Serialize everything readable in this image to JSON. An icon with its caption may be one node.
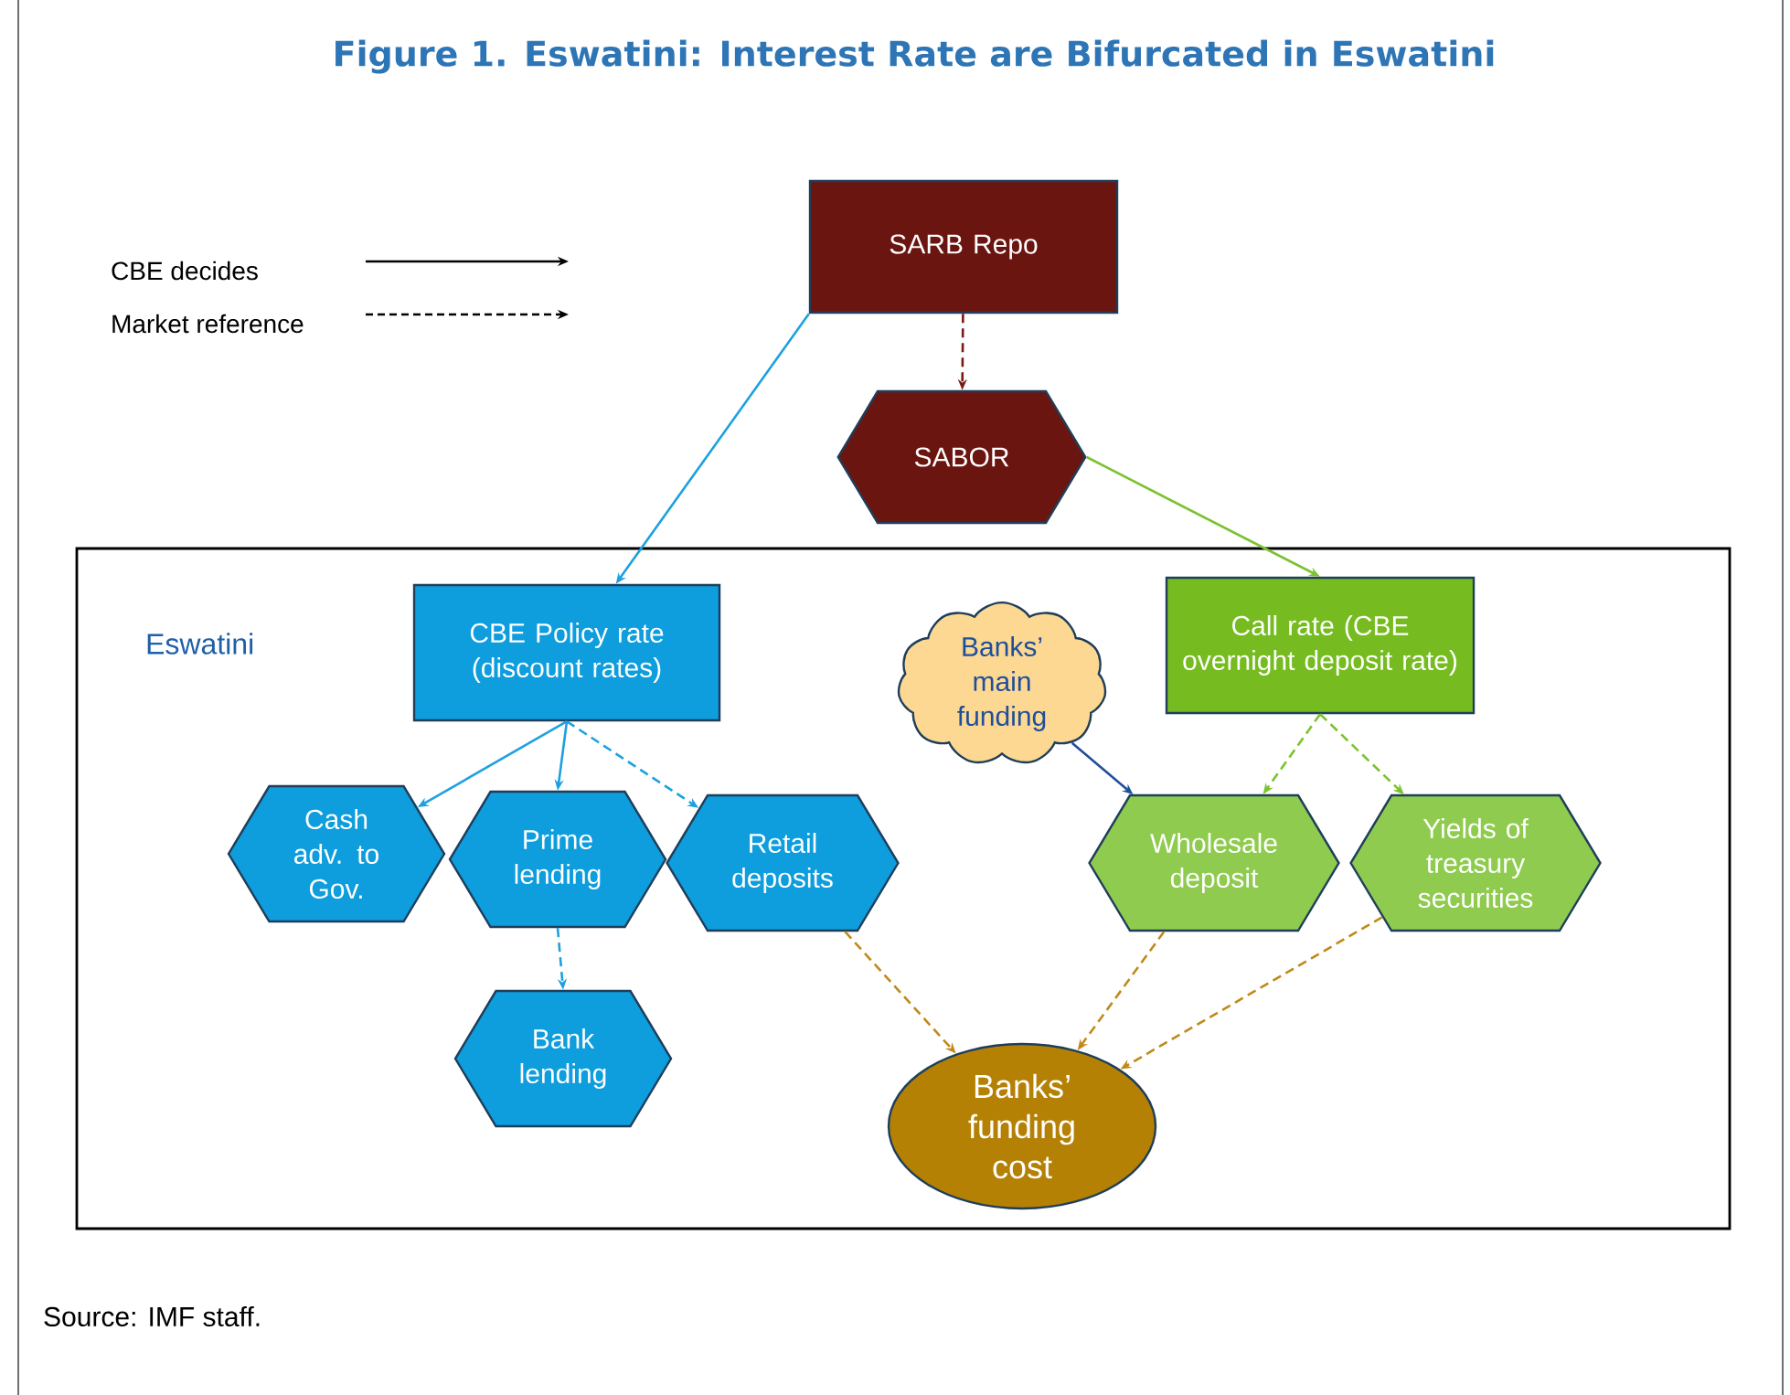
{
  "diagram": {
    "title": "Figure 1. Eswatini: Interest Rate are Bifurcated in Eswatini",
    "caption": "Source: IMF staff.",
    "nodes": [
      {
        "text": [
          "SARB Repo"
        ]
      },
      {
        "text": [
          "SABOR"
        ]
      },
      {
        "text": [
          "Eswatini"
        ]
      },
      {
        "text": [
          "CBE Policy rate (discount rates)"
        ],
        "in": 2
      },
      {
        "text": [
          "Call rate (CBE overnight deposit rate)"
        ],
        "in": 2
      },
      {
        "text": [
          "Banks’ main funding"
        ],
        "in": 2
      },
      {
        "text": [
          "Cash adv. to Gov."
        ],
        "in": 2
      },
      {
        "text": [
          "Prime lending"
        ],
        "in": 2
      },
      {
        "text": [
          "Retail deposits"
        ],
        "in": 2
      },
      {
        "text": [
          "Wholesale deposit"
        ],
        "in": 2
      },
      {
        "text": [
          "Yields of treasury securities"
        ],
        "in": 2
      },
      {
        "text": [
          "Bank lending"
        ],
        "in": 2
      },
      {
        "text": [
          "Banks’ funding cost"
        ],
        "in": 2
      }
    ],
    "edges": [
      {
        "from": 0,
        "to": 1,
        "arrow": "to",
        "style": "dashed",
        "color": "#7a1a15"
      },
      {
        "from": 0,
        "to": 3,
        "arrow": "to",
        "color": "#1ea0e0"
      },
      {
        "from": 1,
        "to": 4,
        "arrow": "to",
        "color": "#7cc230"
      },
      {
        "from": 3,
        "to": 6,
        "arrow": "to",
        "color": "#1ea0e0"
      },
      {
        "from": 3,
        "to": 7,
        "arrow": "to",
        "color": "#1ea0e0"
      },
      {
        "from": 3,
        "to": 8,
        "arrow": "to",
        "style": "dashed",
        "color": "#1ea0e0"
      },
      {
        "from": 7,
        "to": 11,
        "arrow": "to",
        "style": "dashed",
        "color": "#1ea0e0"
      },
      {
        "from": 4,
        "to": 9,
        "arrow": "to",
        "style": "dashed",
        "color": "#7cc230"
      },
      {
        "from": 4,
        "to": 10,
        "arrow": "to",
        "style": "dashed",
        "color": "#7cc230"
      },
      {
        "from": 5,
        "to": 9,
        "arrow": "to",
        "color": "#1f4e9a"
      },
      {
        "from": 8,
        "to": 12,
        "arrow": "to",
        "style": "dashed",
        "color": "#c08a1a"
      },
      {
        "from": 9,
        "to": 12,
        "arrow": "to",
        "style": "dashed",
        "color": "#c08a1a"
      },
      {
        "from": 10,
        "to": 12,
        "arrow": "to",
        "style": "dashed",
        "color": "#c08a1a"
      }
    ],
    "legend": [
      {
        "text": "CBE decides"
      },
      {
        "text": "Market reference"
      }
    ]
  }
}
